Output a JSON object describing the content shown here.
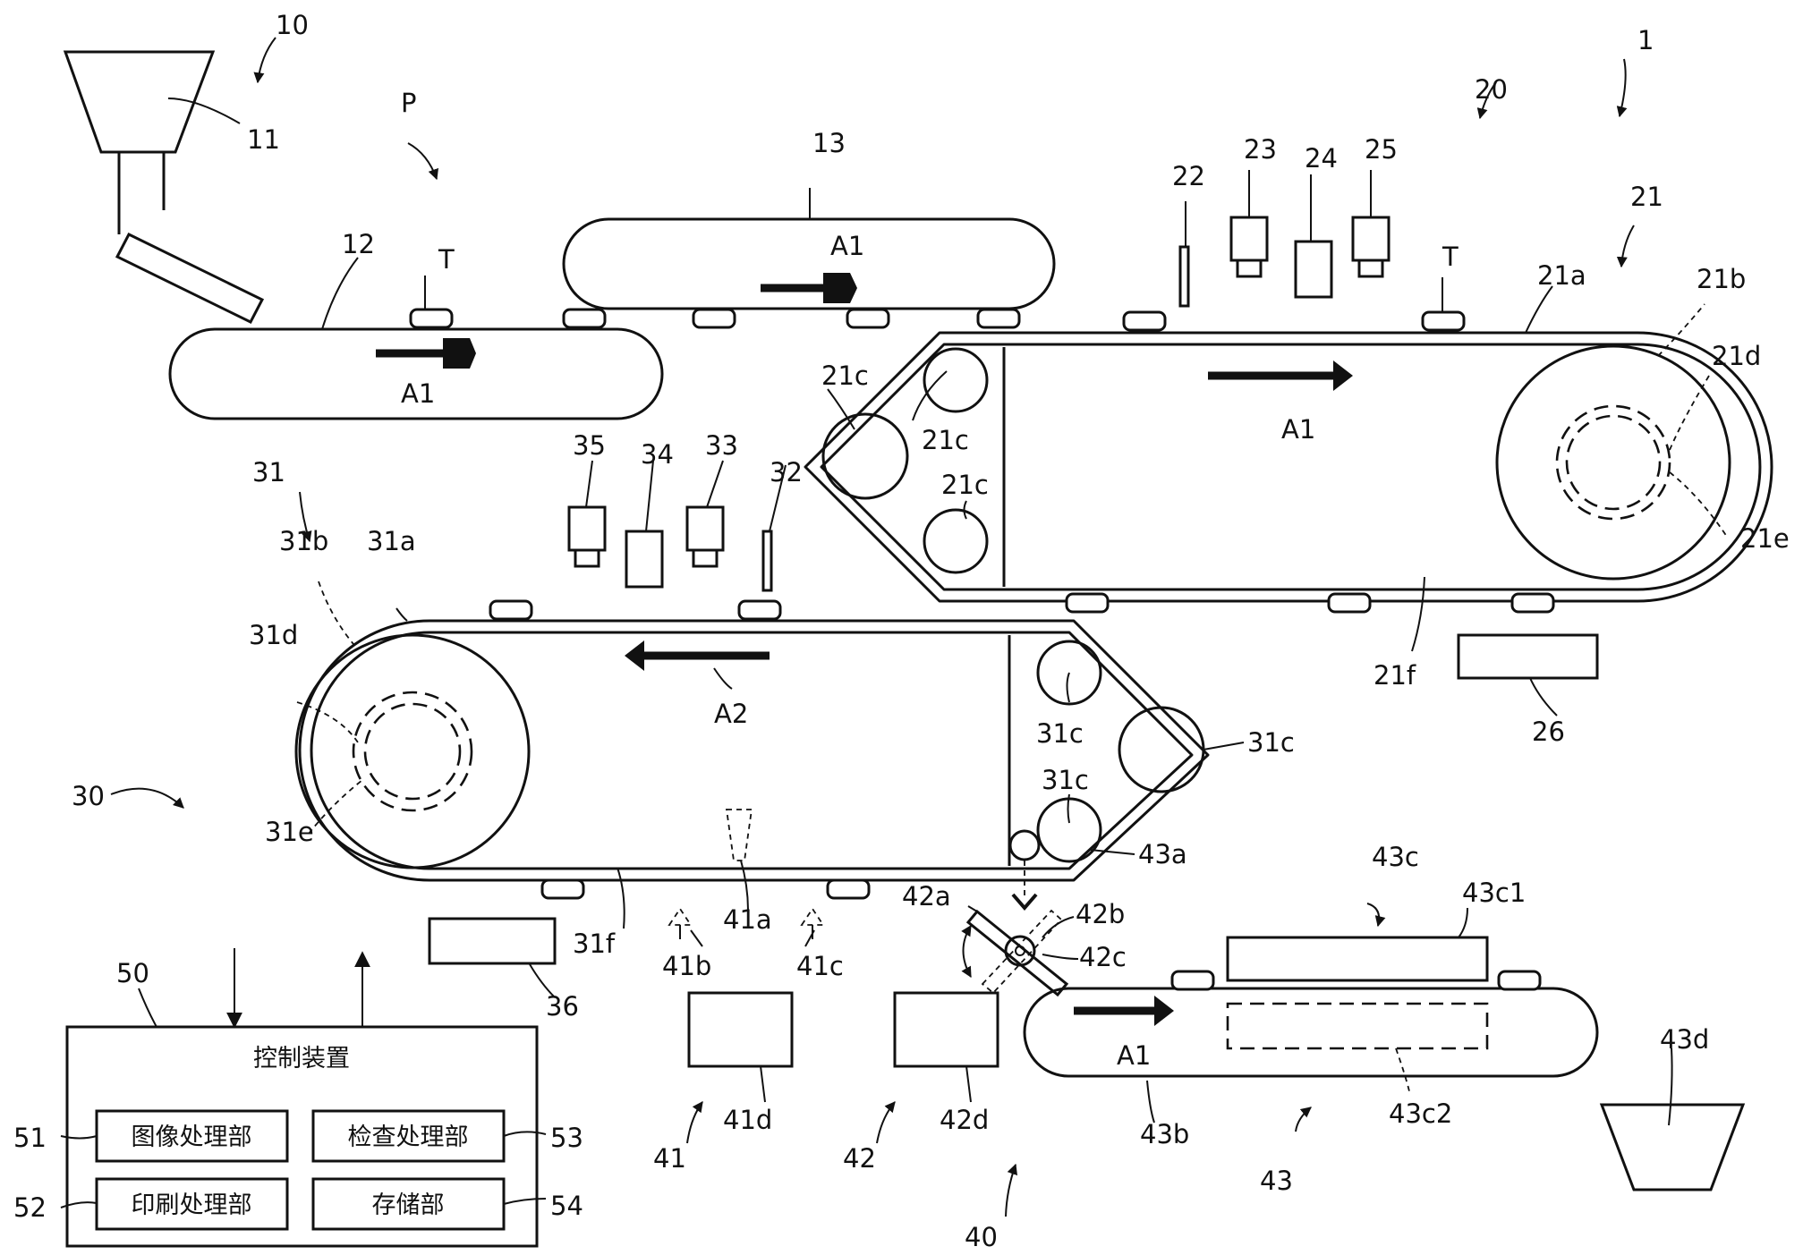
{
  "labels": {
    "n10": "10",
    "n11": "11",
    "nP": "P",
    "n12": "12",
    "nT1": "T",
    "n13": "13",
    "nA1a": "A1",
    "nA1b": "A1",
    "nA1c": "A1",
    "nA1d": "A1",
    "nA2": "A2",
    "n1": "1",
    "n20": "20",
    "n21": "21",
    "n22": "22",
    "n23": "23",
    "n24": "24",
    "n25": "25",
    "nT2": "T",
    "n21a": "21a",
    "n21b": "21b",
    "n21d": "21d",
    "n21e": "21e",
    "n21f": "21f",
    "n21c1": "21c",
    "n21c2": "21c",
    "n21c3": "21c",
    "n26": "26",
    "n31": "31",
    "n31a": "31a",
    "n31b": "31b",
    "n31d": "31d",
    "n31e": "31e",
    "n31f": "31f",
    "n31c1": "31c",
    "n31c2": "31c",
    "n31c3": "31c",
    "n32": "32",
    "n33": "33",
    "n34": "34",
    "n35": "35",
    "n30": "30",
    "n36": "36",
    "n40": "40",
    "n41": "41",
    "n41a": "41a",
    "n41b": "41b",
    "n41c": "41c",
    "n41d": "41d",
    "n42": "42",
    "n42a": "42a",
    "n42b": "42b",
    "n42c": "42c",
    "n42d": "42d",
    "n43": "43",
    "n43a": "43a",
    "n43b": "43b",
    "n43c": "43c",
    "n43c1": "43c1",
    "n43c2": "43c2",
    "n43d": "43d",
    "n50": "50",
    "n51": "51",
    "n52": "52",
    "n53": "53",
    "n54": "54"
  },
  "control": {
    "title": "控制装置",
    "image_processing": "图像处理部",
    "inspection_processing": "检查处理部",
    "print_processing": "印刷处理部",
    "storage": "存储部"
  }
}
